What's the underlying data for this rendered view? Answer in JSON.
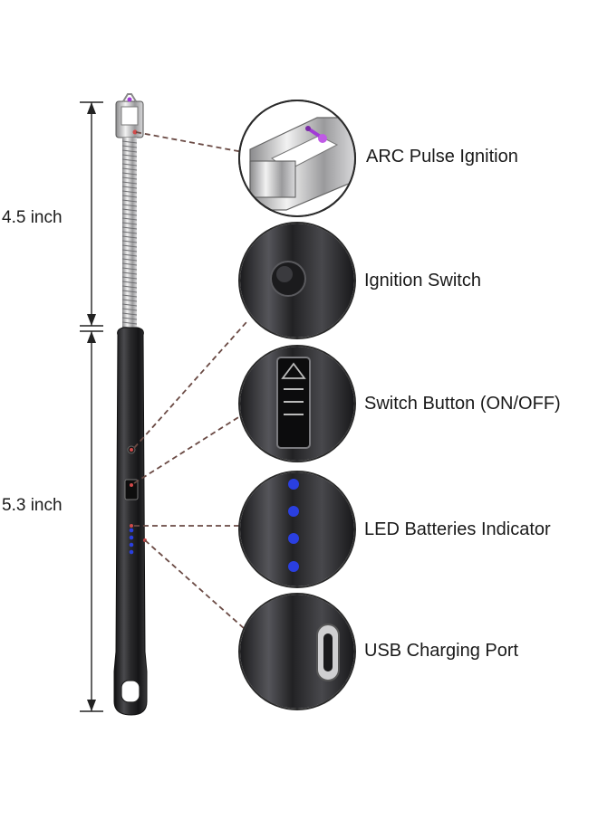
{
  "dimensions": {
    "upper": "4.5 inch",
    "lower": "5.3 inch"
  },
  "callouts": [
    {
      "id": "arc",
      "label": "ARC Pulse Ignition"
    },
    {
      "id": "switch",
      "label": "Ignition Switch"
    },
    {
      "id": "onoff",
      "label": "Switch Button (ON/OFF)"
    },
    {
      "id": "led",
      "label": "LED Batteries Indicator"
    },
    {
      "id": "usb",
      "label": "USB Charging Port"
    }
  ],
  "colors": {
    "body_dark": "#1c1c1e",
    "body_mid": "#4a4a4c",
    "chrome": "#c9c9cb",
    "led_blue": "#2a3fe0",
    "arc_purple": "#a23bd6",
    "leader": "#6a4a44"
  }
}
